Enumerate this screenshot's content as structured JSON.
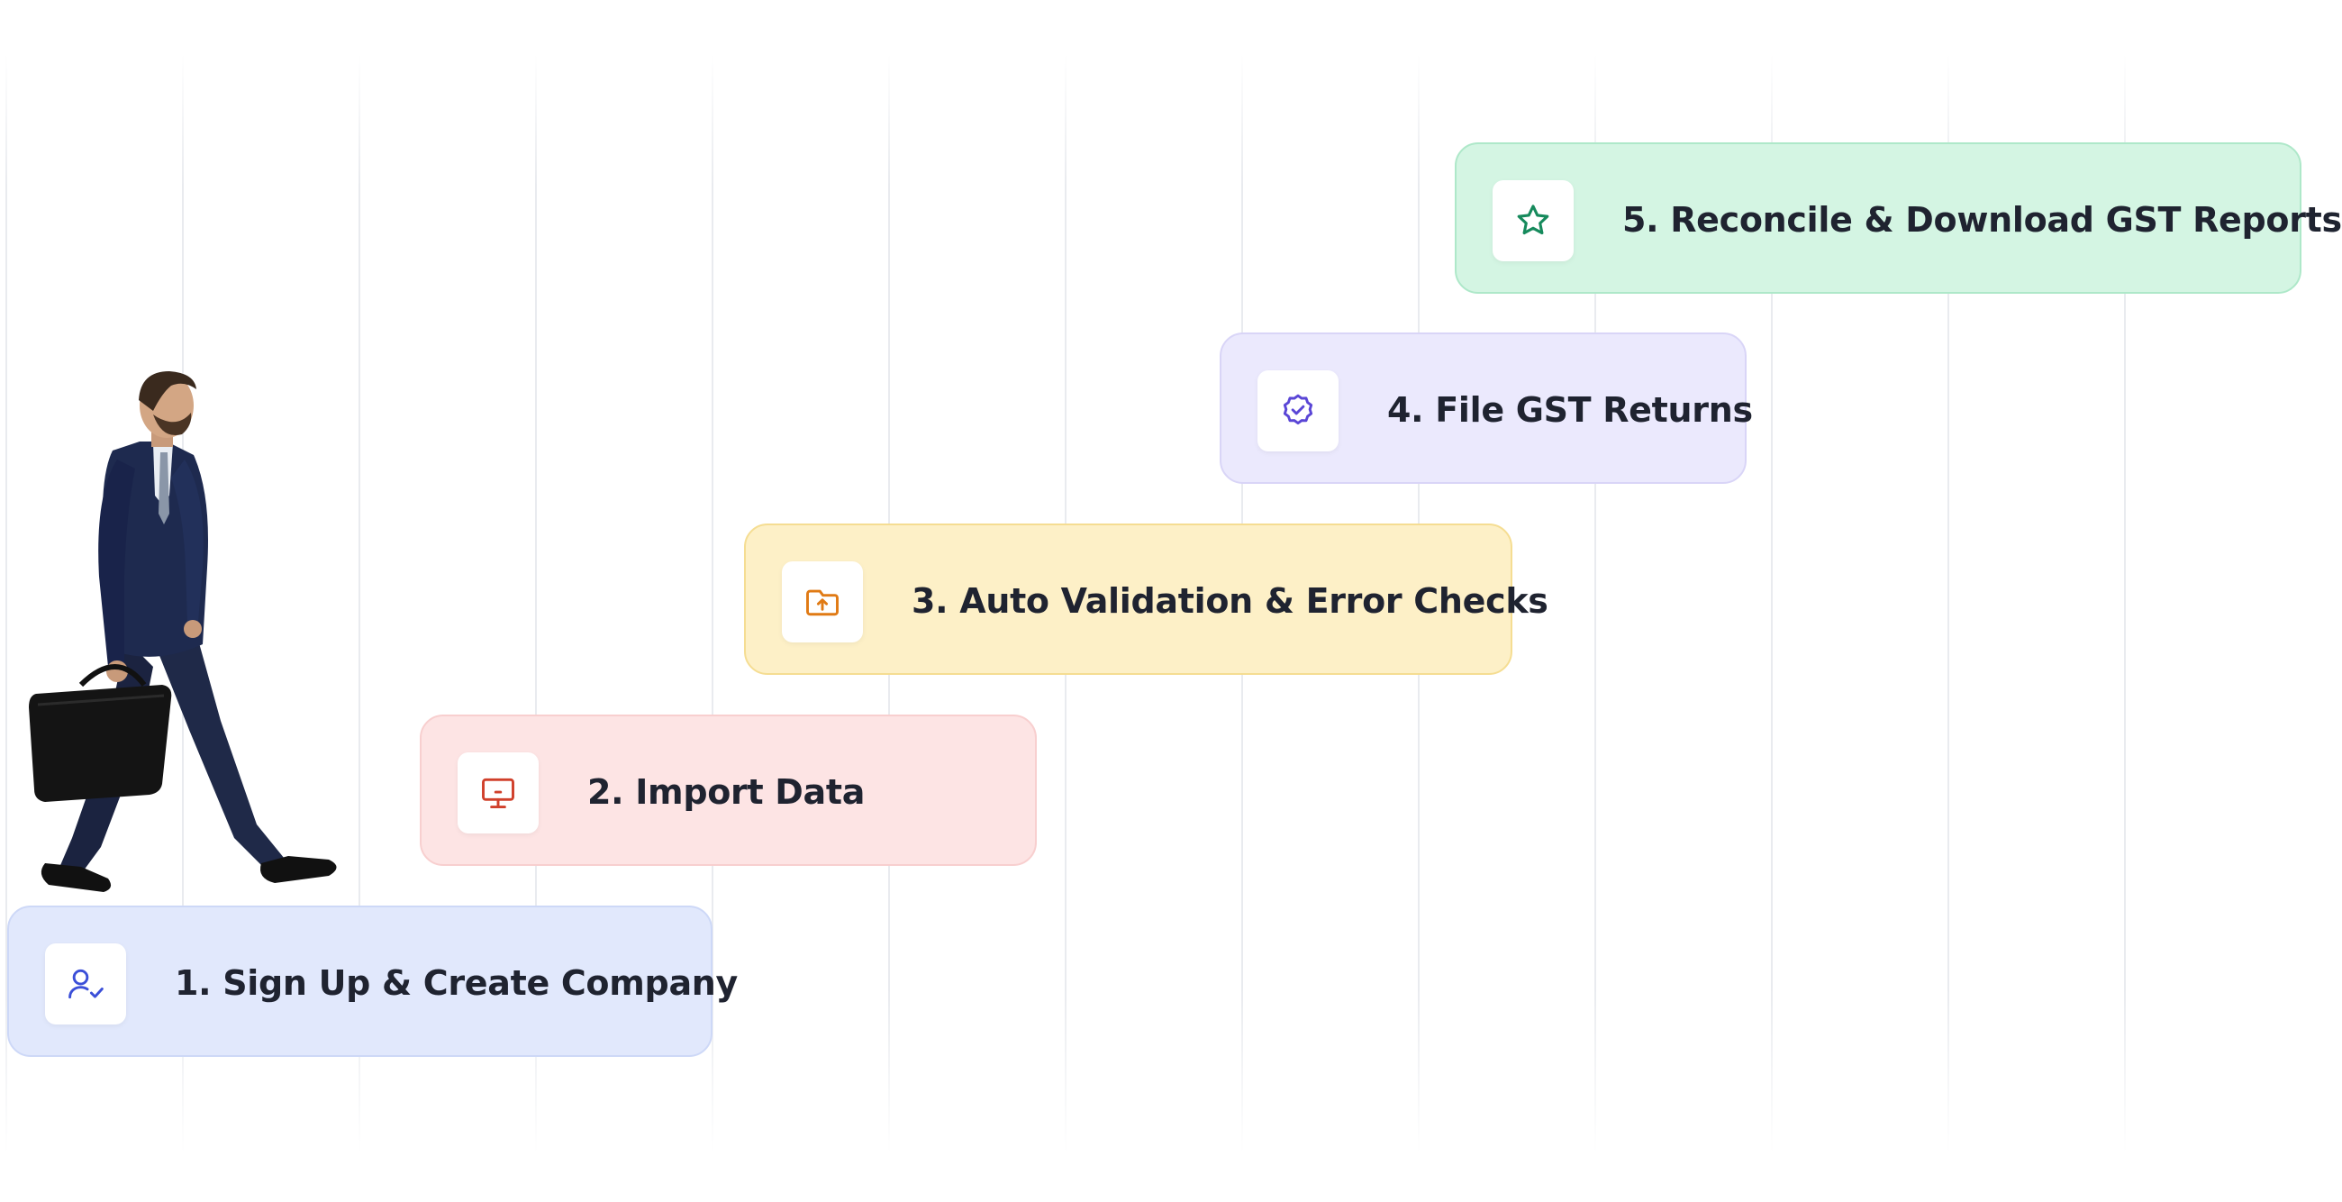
{
  "steps": [
    {
      "label": "1. Sign Up & Create Company",
      "icon": "user-check-icon",
      "color": "#3b4fd8"
    },
    {
      "label": "2. Import Data",
      "icon": "monitor-icon",
      "color": "#d0402b"
    },
    {
      "label": "3. Auto Validation & Error Checks",
      "icon": "folder-upload-icon",
      "color": "#e07a14"
    },
    {
      "label": "4. File GST Returns",
      "icon": "badge-check-icon",
      "color": "#5a46d6"
    },
    {
      "label": "5. Reconcile & Download GST Reports",
      "icon": "star-icon",
      "color": "#168a5c"
    }
  ],
  "illustration": {
    "icon": "walking-businessman-illustration"
  }
}
